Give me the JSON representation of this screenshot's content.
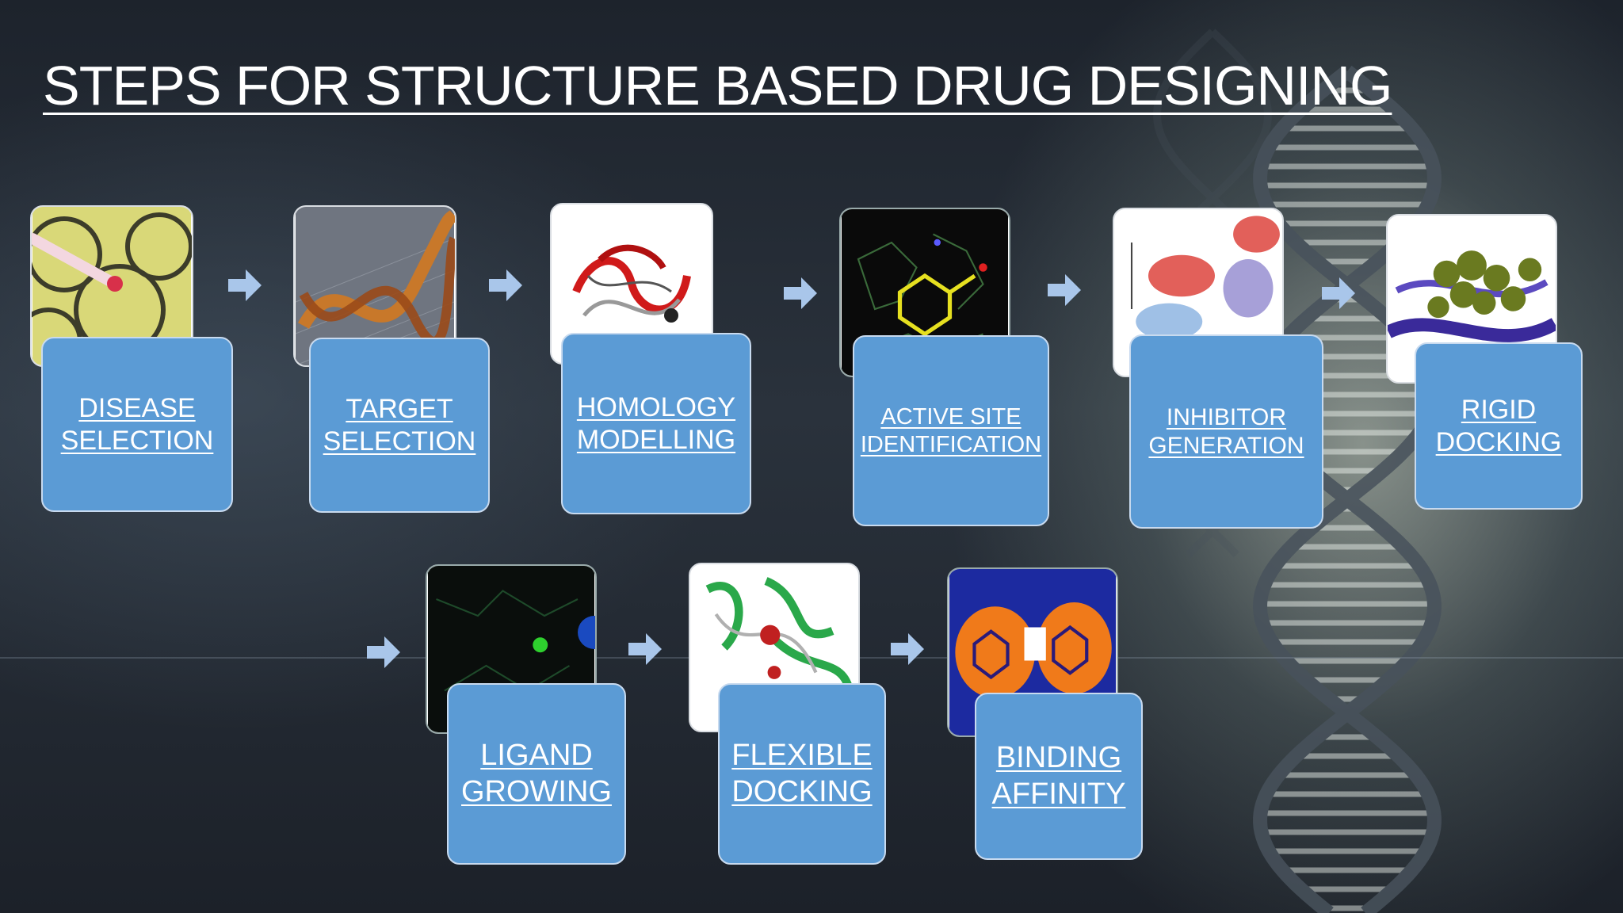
{
  "title": "STEPS FOR STRUCTURE BASED DRUG DESIGNING",
  "steps": [
    {
      "line1": "DISEASE",
      "line2": "SELECTION"
    },
    {
      "line1": "TARGET",
      "line2": "SELECTION"
    },
    {
      "line1": "HOMOLOGY",
      "line2": "MODELLING"
    },
    {
      "line1": "ACTIVE SITE",
      "line2": "IDENTIFICATION"
    },
    {
      "line1": "INHIBITOR",
      "line2": "GENERATION"
    },
    {
      "line1": "RIGID",
      "line2": "DOCKING"
    },
    {
      "line1": "LIGAND",
      "line2": "GROWING"
    },
    {
      "line1": "FLEXIBLE",
      "line2": "DOCKING"
    },
    {
      "line1": "BINDING",
      "line2": "AFFINITY"
    }
  ],
  "colors": {
    "step_fill": "#5b9bd5",
    "step_border": "#c8daef",
    "arrow": "#a9c6ea",
    "title": "#ffffff"
  }
}
